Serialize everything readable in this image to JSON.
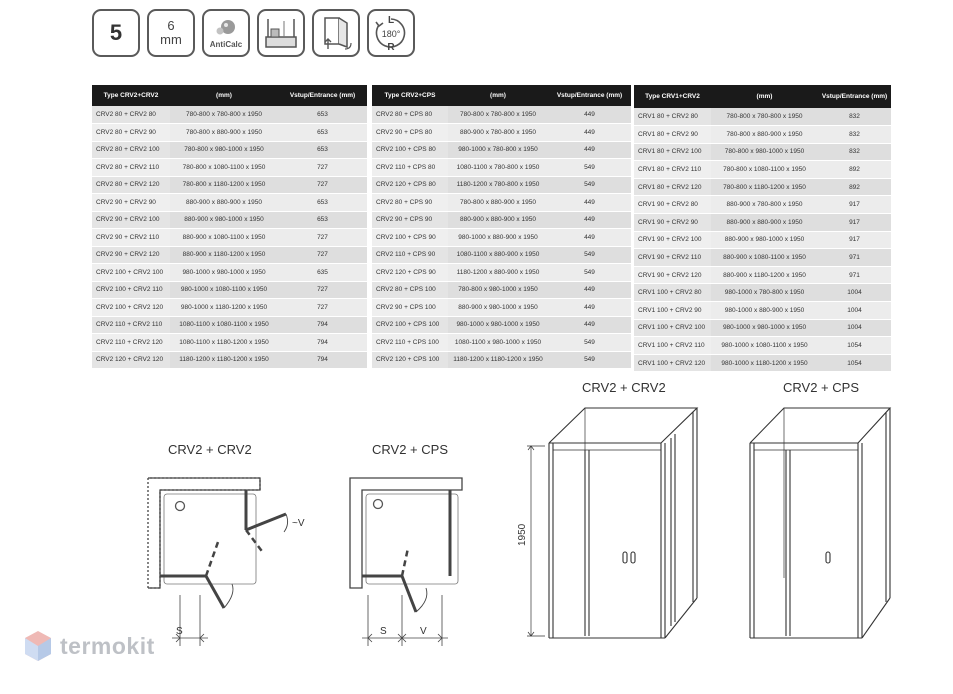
{
  "icons": {
    "glass_count": "5",
    "thickness_value": "6",
    "thickness_unit": "mm",
    "anticalc_label": "AntiCalc",
    "rotate_top": "L",
    "rotate_angle": "180°",
    "rotate_bottom": "R"
  },
  "table_crv2_crv2": {
    "headers": [
      "Type CRV2+CRV2",
      "(mm)",
      "Vstup/Entrance (mm)"
    ],
    "rows": [
      [
        "CRV2 80 + CRV2 80",
        "780-800 x 780-800 x 1950",
        "653"
      ],
      [
        "CRV2 80 + CRV2 90",
        "780-800 x 880-900 x 1950",
        "653"
      ],
      [
        "CRV2 80 + CRV2 100",
        "780-800 x 980-1000 x 1950",
        "653"
      ],
      [
        "CRV2 80 + CRV2 110",
        "780-800 x 1080-1100 x 1950",
        "727"
      ],
      [
        "CRV2 80 + CRV2 120",
        "780-800 x 1180-1200 x 1950",
        "727"
      ],
      [
        "CRV2 90 + CRV2 90",
        "880-900 x 880-900 x 1950",
        "653"
      ],
      [
        "CRV2 90 + CRV2 100",
        "880-900 x 980-1000 x 1950",
        "653"
      ],
      [
        "CRV2 90 + CRV2 110",
        "880-900 x 1080-1100 x 1950",
        "727"
      ],
      [
        "CRV2 90 + CRV2 120",
        "880-900 x 1180-1200 x 1950",
        "727"
      ],
      [
        "CRV2 100 + CRV2 100",
        "980-1000 x 980-1000 x 1950",
        "635"
      ],
      [
        "CRV2 100 + CRV2 110",
        "980-1000 x 1080-1100 x 1950",
        "727"
      ],
      [
        "CRV2 100 + CRV2 120",
        "980-1000 x 1180-1200 x 1950",
        "727"
      ],
      [
        "CRV2 110 + CRV2 110",
        "1080-1100 x 1080-1100 x 1950",
        "794"
      ],
      [
        "CRV2 110 + CRV2 120",
        "1080-1100 x 1180-1200 x 1950",
        "794"
      ],
      [
        "CRV2 120 + CRV2 120",
        "1180-1200 x 1180-1200 x 1950",
        "794"
      ]
    ]
  },
  "table_crv2_cps": {
    "headers": [
      "Type CRV2+CPS",
      "(mm)",
      "Vstup/Entrance (mm)"
    ],
    "rows": [
      [
        "CRV2 80 + CPS 80",
        "780-800 x 780-800 x 1950",
        "449"
      ],
      [
        "CRV2 90 + CPS 80",
        "880-900 x 780-800 x 1950",
        "449"
      ],
      [
        "CRV2 100 + CPS 80",
        "980-1000 x 780-800 x 1950",
        "449"
      ],
      [
        "CRV2 110 + CPS 80",
        "1080-1100 x 780-800 x 1950",
        "549"
      ],
      [
        "CRV2 120 + CPS 80",
        "1180-1200 x 780-800 x 1950",
        "549"
      ],
      [
        "CRV2 80 + CPS 90",
        "780-800 x 880-900 x 1950",
        "449"
      ],
      [
        "CRV2 90 + CPS  90",
        "880-900 x 880-900 x 1950",
        "449"
      ],
      [
        "CRV2 100 + CPS 90",
        "980-1000 x 880-900 x 1950",
        "449"
      ],
      [
        "CRV2 110 + CPS 90",
        "1080-1100 x 880-900 x 1950",
        "549"
      ],
      [
        "CRV2 120 + CPS 90",
        "1180-1200 x 880-900 x 1950",
        "549"
      ],
      [
        "CRV2 80 + CPS 100",
        "780-800 x 980-1000 x 1950",
        "449"
      ],
      [
        "CRV2 90 + CPS 100",
        "880-900 x 980-1000 x 1950",
        "449"
      ],
      [
        "CRV2 100 + CPS 100",
        "980-1000 x 980-1000 x 1950",
        "449"
      ],
      [
        "CRV2 110 + CPS 100",
        "1080-1100 x 980-1000 x 1950",
        "549"
      ],
      [
        "CRV2 120 + CPS 100",
        "1180-1200 x 1180-1200 x 1950",
        "549"
      ]
    ]
  },
  "table_crv1_crv2": {
    "headers": [
      "Type CRV1+CRV2",
      "(mm)",
      "Vstup/Entrance (mm)"
    ],
    "rows": [
      [
        "CRV1 80 + CRV2 80",
        "780-800 x 780-800 x 1950",
        "832"
      ],
      [
        "CRV1 80 + CRV2 90",
        "780-800 x 880-900 x 1950",
        "832"
      ],
      [
        "CRV1 80 + CRV2 100",
        "780-800 x 980-1000 x 1950",
        "832"
      ],
      [
        "CRV1 80 + CRV2 110",
        "780-800 x 1080-1100 x 1950",
        "892"
      ],
      [
        "CRV1 80 + CRV2 120",
        "780-800 x 1180-1200 x 1950",
        "892"
      ],
      [
        "CRV1 90 + CRV2 80",
        "880-900 x 780-800 x 1950",
        "917"
      ],
      [
        "CRV1 90 + CRV2 90",
        "880-900 x 880-900 x 1950",
        "917"
      ],
      [
        "CRV1 90 + CRV2 100",
        "880-900 x 980-1000 x 1950",
        "917"
      ],
      [
        "CRV1 90 + CRV2 110",
        "880-900 x 1080-1100 x 1950",
        "971"
      ],
      [
        "CRV1 90 + CRV2 120",
        "880-900 x 1180-1200 x 1950",
        "971"
      ],
      [
        "CRV1 100 + CRV2 80",
        "980-1000 x 780-800 x 1950",
        "1004"
      ],
      [
        "CRV1 100 + CRV2 90",
        "980-1000 x 880-900 x 1950",
        "1004"
      ],
      [
        "CRV1 100 + CRV2 100",
        "980-1000 x 980-1000 x 1950",
        "1004"
      ],
      [
        "CRV1 100 + CRV2 110",
        "980-1000 x 1080-1100 x 1950",
        "1054"
      ],
      [
        "CRV1 100 + CRV2 120",
        "980-1000 x 1180-1200 x 1950",
        "1054"
      ]
    ]
  },
  "drawings": {
    "plan1_title": "CRV2 + CRV2",
    "plan2_title": "CRV2 + CPS",
    "view1_title": "CRV2 + CRV2",
    "view2_title": "CRV2 + CPS",
    "dim_s": "S",
    "dim_v": "V",
    "dim_v_swing": "~V",
    "height_label": "1950"
  },
  "watermark": {
    "text": "termokit"
  },
  "colors": {
    "header_bg": "#1a1a1a",
    "row_odd": "#dedede",
    "row_even": "#ececec",
    "line": "#444444"
  }
}
